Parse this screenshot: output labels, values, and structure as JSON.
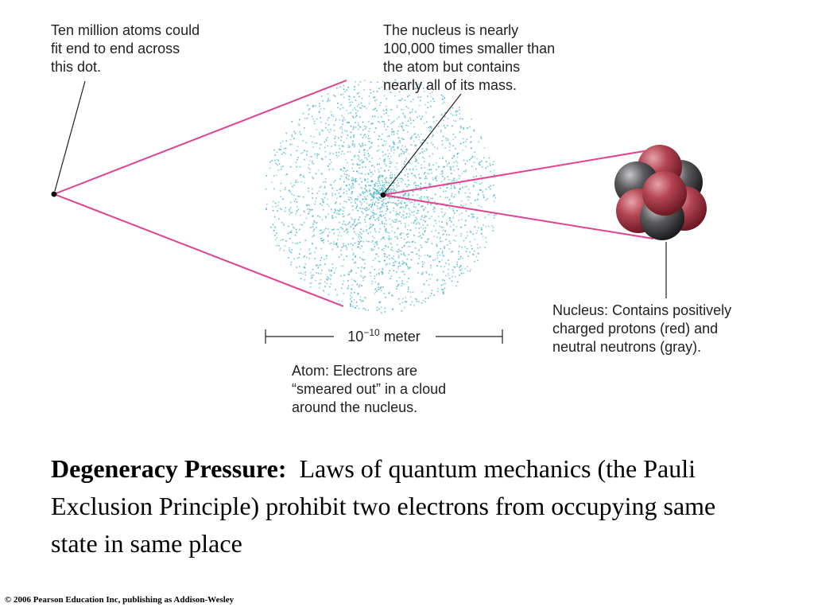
{
  "labels": {
    "dot_note": [
      "Ten million atoms could",
      "fit end to end across",
      "this dot."
    ],
    "nucleus_size_note": [
      "The nucleus is nearly",
      "100,000 times smaller than",
      "the atom but contains",
      "nearly all of its mass."
    ],
    "nucleus_desc": [
      "Nucleus: Contains positively",
      "charged protons (red) and",
      "neutral neutrons (gray)."
    ],
    "atom_desc": [
      "Atom: Electrons are",
      "“smeared out” in a cloud",
      "around the nucleus."
    ],
    "scale": {
      "base": "10",
      "exponent": "−10",
      "unit": "meter"
    }
  },
  "caption": {
    "heading": "Degeneracy Pressure:",
    "text": "Laws of quantum mechanics (the Pauli Exclusion Principle) prohibit two electrons from occupying same state in same place"
  },
  "copyright": "© 2006 Pearson Education Inc, publishing as Addison-Wesley",
  "colors": {
    "zoom_lines": "#e0428f",
    "electron_cloud": "#4fb7c9",
    "proton": "#a8323f",
    "neutron": "#4a4a4c",
    "text": "#231f20"
  }
}
